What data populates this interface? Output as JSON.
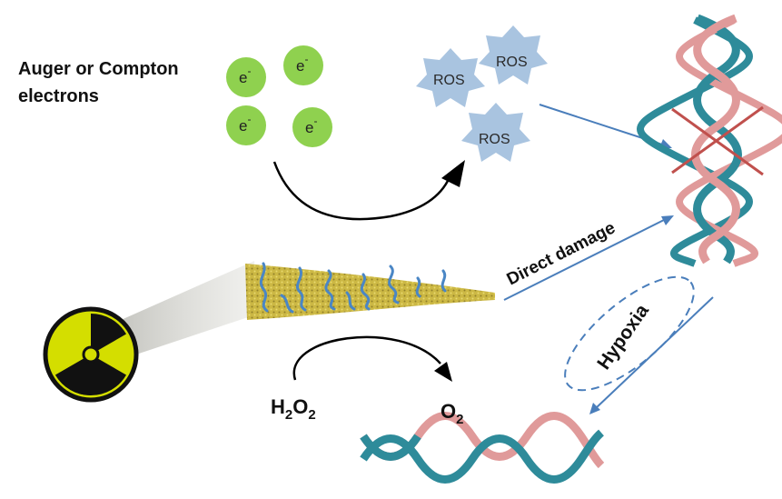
{
  "labels": {
    "electrons_line1": "Auger or Compton",
    "electrons_line2": "electrons",
    "direct_damage": "Direct damage",
    "hypoxia": "Hypoxia",
    "h2o2": {
      "base": "H",
      "sub1": "2",
      "mid": "O",
      "sub2": "2"
    },
    "o2": {
      "base": "O",
      "sub": "2"
    }
  },
  "electrons": [
    {
      "label": "e",
      "charge": "-"
    },
    {
      "label": "e",
      "charge": "-"
    },
    {
      "label": "e",
      "charge": "-"
    },
    {
      "label": "e",
      "charge": "-"
    }
  ],
  "ros": [
    {
      "label": "ROS"
    },
    {
      "label": "ROS"
    },
    {
      "label": "ROS"
    }
  ],
  "colors": {
    "electron_fill": "#8fd14f",
    "ros_fill": "#a9c4e0",
    "arrow_blue": "#4a7ebb",
    "dna_teal": "#2e8b9a",
    "dna_pink": "#e09a9a",
    "cross_red": "#c0504d",
    "radiation_yellow": "#d4de00",
    "sheet_gold": "#c9b43a",
    "fiber_blue": "#4a86c5"
  },
  "icons": {
    "radiation": "radiation-symbol-icon",
    "cross": "red-cross-mark-icon"
  }
}
